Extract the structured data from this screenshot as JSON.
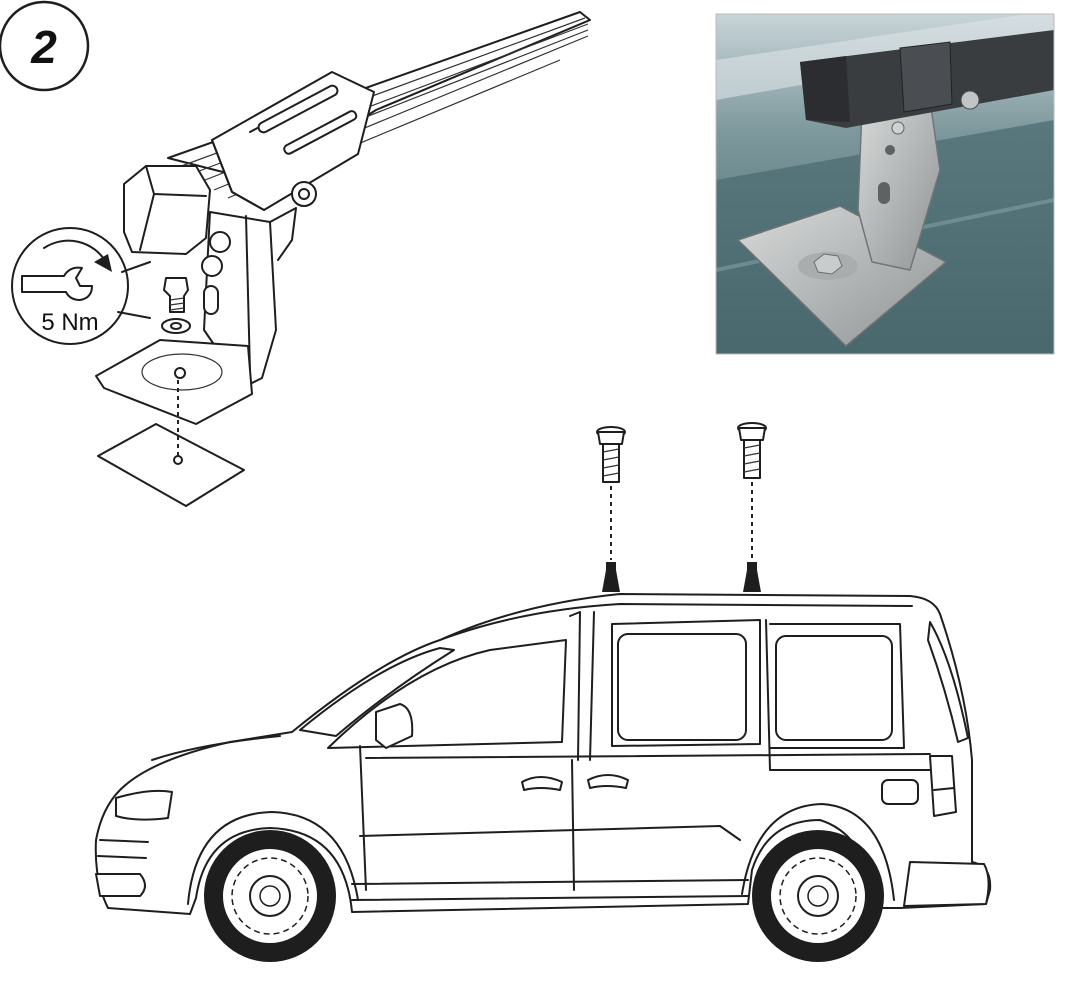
{
  "step": {
    "number": "2"
  },
  "torque": {
    "label": "5 Nm"
  },
  "colors": {
    "line": "#1e1e1e",
    "photo_background": "#5e7f86",
    "photo_metal": "#b9bcbc",
    "photo_bar": "#3a3d40"
  },
  "icons": {
    "step_badge": "circle-number",
    "torque_wrench": "wrench-icon",
    "rotation_arrow": "rotation-arrow-icon"
  }
}
